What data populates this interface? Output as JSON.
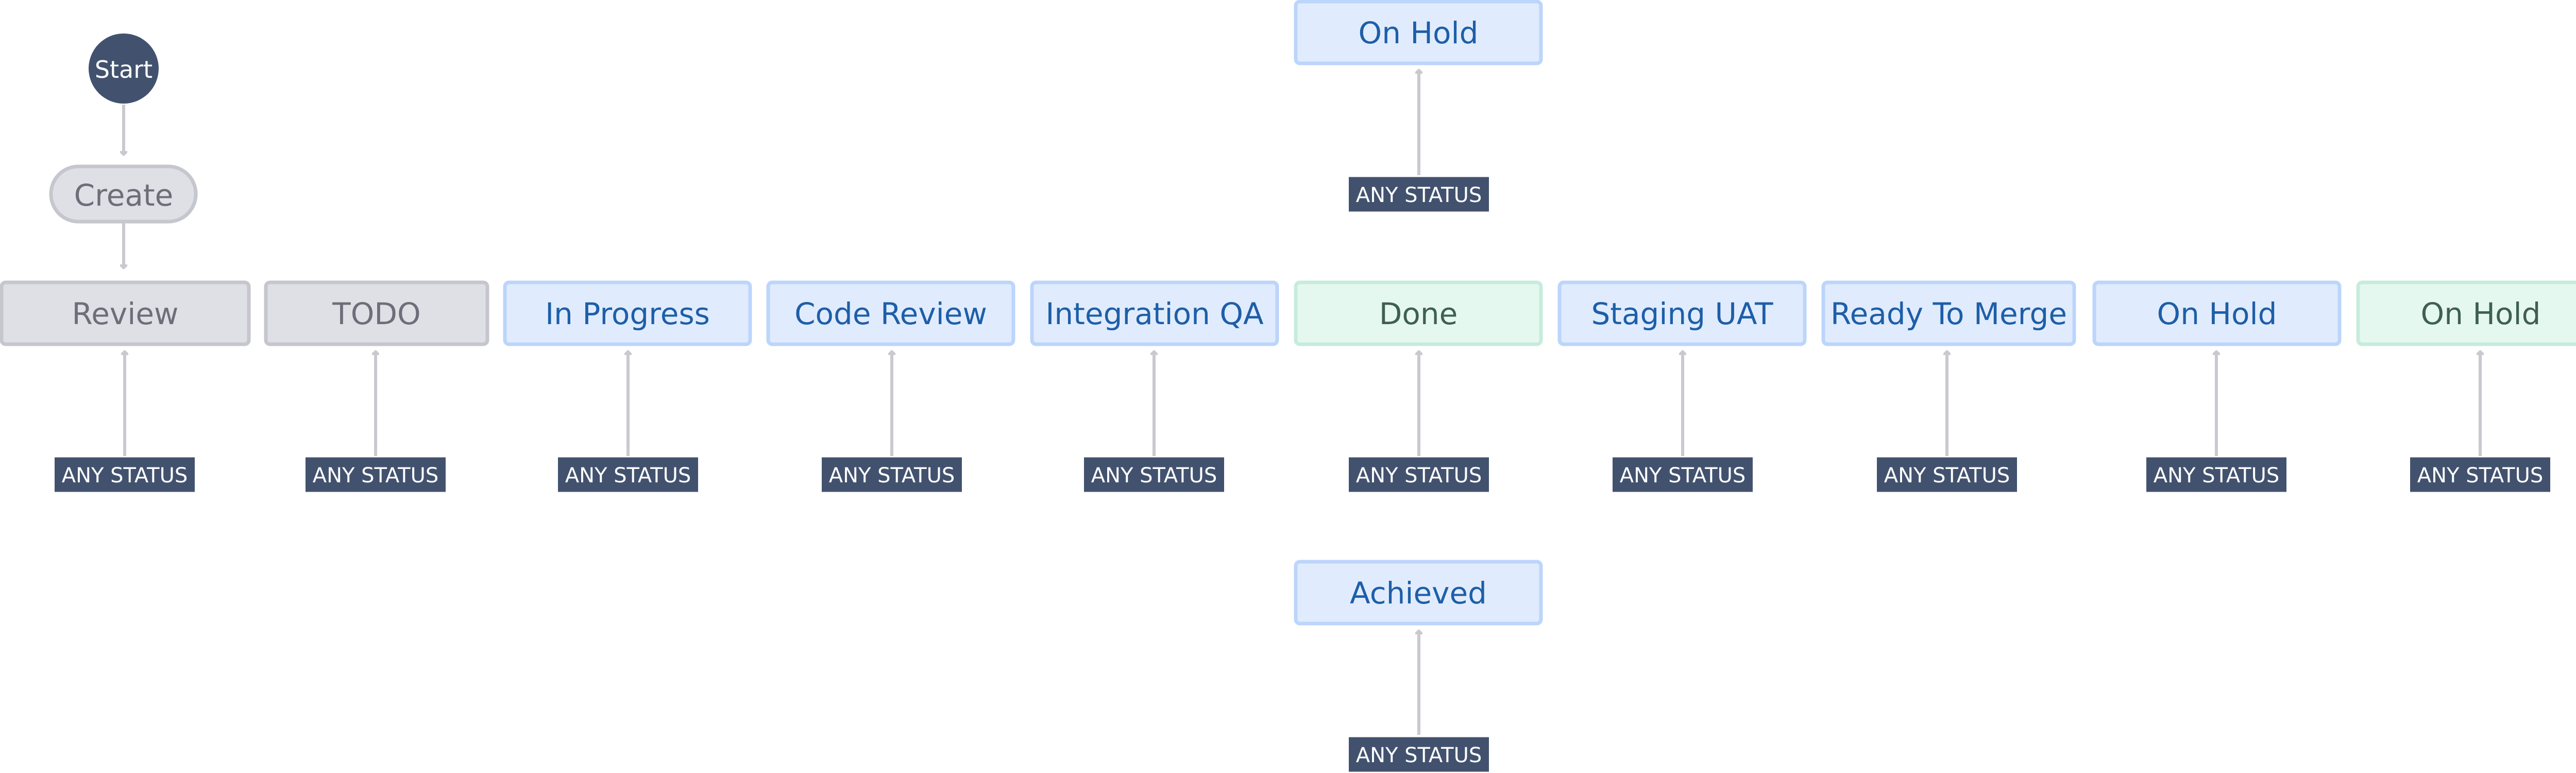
{
  "diagram": {
    "start_label": "Start",
    "create_label": "Create",
    "any_status_label": "ANY STATUS",
    "colors": {
      "gray_fill": "#dfdfe6",
      "gray_stroke": "#c6c6ce",
      "gray_text": "#6e6e7a",
      "blue_fill": "#e0ecfd",
      "blue_stroke": "#bcd5fb",
      "blue_text": "#1e5ea8",
      "green_fill": "#e5f8f0",
      "green_stroke": "#c6ecdc",
      "green_text": "#3f5f54",
      "dark": "#42526e",
      "arrow": "#c9c9cf"
    },
    "statuses": [
      {
        "label": "Review",
        "category": "gray"
      },
      {
        "label": "TODO",
        "category": "gray"
      },
      {
        "label": "In Progress",
        "category": "blue"
      },
      {
        "label": "Code Review",
        "category": "blue"
      },
      {
        "label": "Integration QA",
        "category": "blue"
      },
      {
        "label": "Done",
        "category": "green"
      },
      {
        "label": "Staging UAT",
        "category": "blue"
      },
      {
        "label": "Ready To Merge",
        "category": "blue"
      },
      {
        "label": "On Hold",
        "category": "blue"
      },
      {
        "label": "On Hold",
        "category": "green"
      }
    ],
    "top_status": {
      "label": "On Hold",
      "category": "blue"
    },
    "bottom_status": {
      "label": "Achieved",
      "category": "blue"
    }
  }
}
